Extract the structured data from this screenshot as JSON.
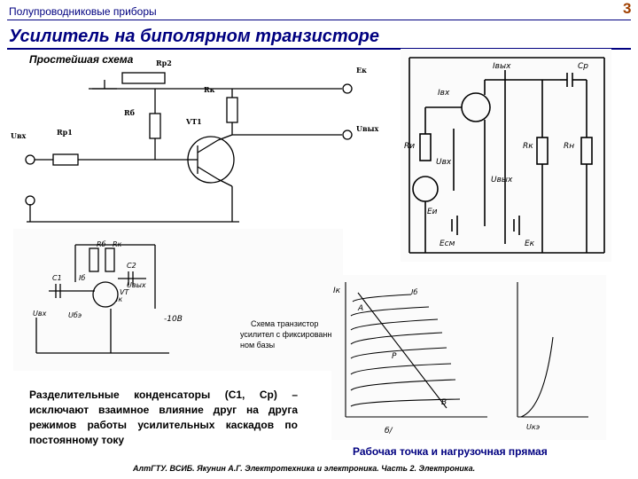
{
  "header": {
    "small_title": "Полупроводниковые приборы",
    "page_number": "3"
  },
  "title": "Усилитель на биполярном транзисторе",
  "subtitle": "Простейшая схема",
  "schematic_labels": {
    "rp2": "Rр2",
    "ek": "Eк",
    "rk": "Rк",
    "rb": "Rб",
    "uvx": "Uвх",
    "rp1": "Rр1",
    "vt1": "VT1",
    "uvyx": "Uвых"
  },
  "right_diagram_labels": {
    "ivyx": "Iвых",
    "cp": "Cр",
    "ivx": "Iвх",
    "ri": "Rи",
    "uvx": "Uвх",
    "uvyx": "Uвых",
    "rk": "Rк",
    "rn": "Rн",
    "ei": "Eи",
    "esm": "Eсм",
    "ek": "Eк"
  },
  "fixed_bias_labels": {
    "rb": "Rб",
    "rk": "Rк",
    "c1": "C1",
    "c2": "C2",
    "ib": "Iб",
    "ik": "Iк",
    "uvx": "Uвх",
    "ubo": "Uбэ",
    "vt": "VT",
    "uvyx": "Uвых",
    "supply": "-10В",
    "caption_lines": [
      "Схема транзистор",
      "усилител с фиксированны",
      "ном базы"
    ]
  },
  "graph_labels": {
    "ib": "Iб",
    "fig": "б/",
    "ik": "Iк",
    "urp": "Uкэ",
    "a": "A",
    "p": "P",
    "b": "B"
  },
  "body_text": "Разделительные конденсаторы (С1, Ср) – исключают взаимное влияние друг на друга режимов работы усилительных каскадов по постоянному току",
  "caption": "Рабочая точка и нагрузочная прямая",
  "footer": "АлтГТУ. ВСИБ. Якунин А.Г. Электротехника и электроника. Часть 2. Электроника."
}
